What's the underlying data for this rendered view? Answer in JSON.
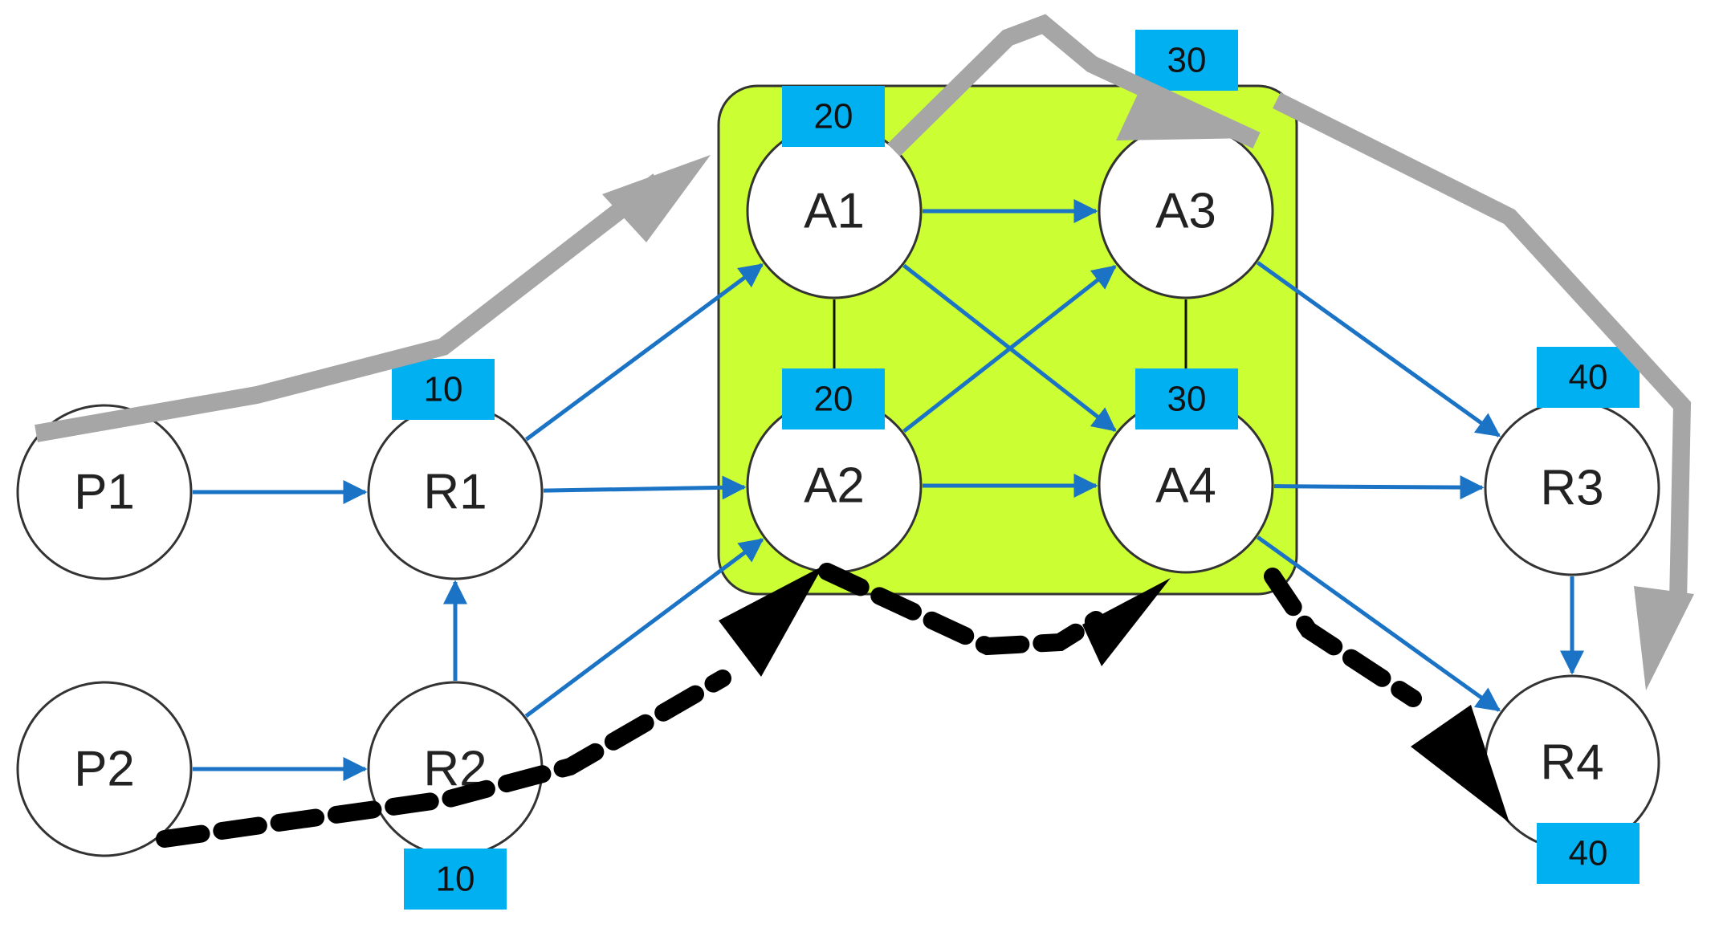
{
  "colors": {
    "background": "#ffffff",
    "cluster_fill": "#ccff33",
    "cluster_stroke": "#333333",
    "node_fill": "#ffffff",
    "node_stroke": "#333333",
    "edge_blue": "#1a73c4",
    "badge_fill": "#00b0f0",
    "primary_path": "#a6a6a6",
    "backup_path": "#000000"
  },
  "nodes": [
    {
      "id": "P1",
      "label": "P1"
    },
    {
      "id": "P2",
      "label": "P2"
    },
    {
      "id": "R1",
      "label": "R1"
    },
    {
      "id": "R2",
      "label": "R2"
    },
    {
      "id": "A1",
      "label": "A1"
    },
    {
      "id": "A2",
      "label": "A2"
    },
    {
      "id": "A3",
      "label": "A3"
    },
    {
      "id": "A4",
      "label": "A4"
    },
    {
      "id": "R3",
      "label": "R3"
    },
    {
      "id": "R4",
      "label": "R4"
    }
  ],
  "cluster": {
    "members": [
      "A1",
      "A2",
      "A3",
      "A4"
    ]
  },
  "edges": [
    {
      "from": "P1",
      "to": "R1",
      "style": "arrow"
    },
    {
      "from": "P2",
      "to": "R2",
      "style": "arrow"
    },
    {
      "from": "R2",
      "to": "R1",
      "style": "arrow"
    },
    {
      "from": "R1",
      "to": "A1",
      "style": "arrow"
    },
    {
      "from": "R1",
      "to": "A2",
      "style": "arrow"
    },
    {
      "from": "R2",
      "to": "A2",
      "style": "arrow"
    },
    {
      "from": "A1",
      "to": "A3",
      "style": "arrow"
    },
    {
      "from": "A1",
      "to": "A4",
      "style": "arrow"
    },
    {
      "from": "A2",
      "to": "A3",
      "style": "arrow"
    },
    {
      "from": "A2",
      "to": "A4",
      "style": "arrow"
    },
    {
      "from": "A1",
      "to": "A2",
      "style": "line"
    },
    {
      "from": "A3",
      "to": "A4",
      "style": "line"
    },
    {
      "from": "A3",
      "to": "R3",
      "style": "arrow"
    },
    {
      "from": "A4",
      "to": "R3",
      "style": "arrow"
    },
    {
      "from": "A4",
      "to": "R4",
      "style": "arrow"
    },
    {
      "from": "R3",
      "to": "R4",
      "style": "arrow"
    }
  ],
  "badges": [
    {
      "node": "R1",
      "label": "10"
    },
    {
      "node": "R2",
      "label": "10"
    },
    {
      "node": "A1",
      "label": "20"
    },
    {
      "node": "A2",
      "label": "20"
    },
    {
      "node": "A3",
      "label": "30"
    },
    {
      "node": "A4",
      "label": "30"
    },
    {
      "node": "R3",
      "label": "40"
    },
    {
      "node": "R4",
      "label": "40"
    }
  ],
  "paths": [
    {
      "id": "primary",
      "style": "solid-gray",
      "via": [
        "P1",
        "R1",
        "A1",
        "A3",
        "R4"
      ]
    },
    {
      "id": "backup",
      "style": "dashed-black",
      "via": [
        "P2",
        "R2",
        "A2",
        "A4",
        "R4"
      ]
    }
  ]
}
